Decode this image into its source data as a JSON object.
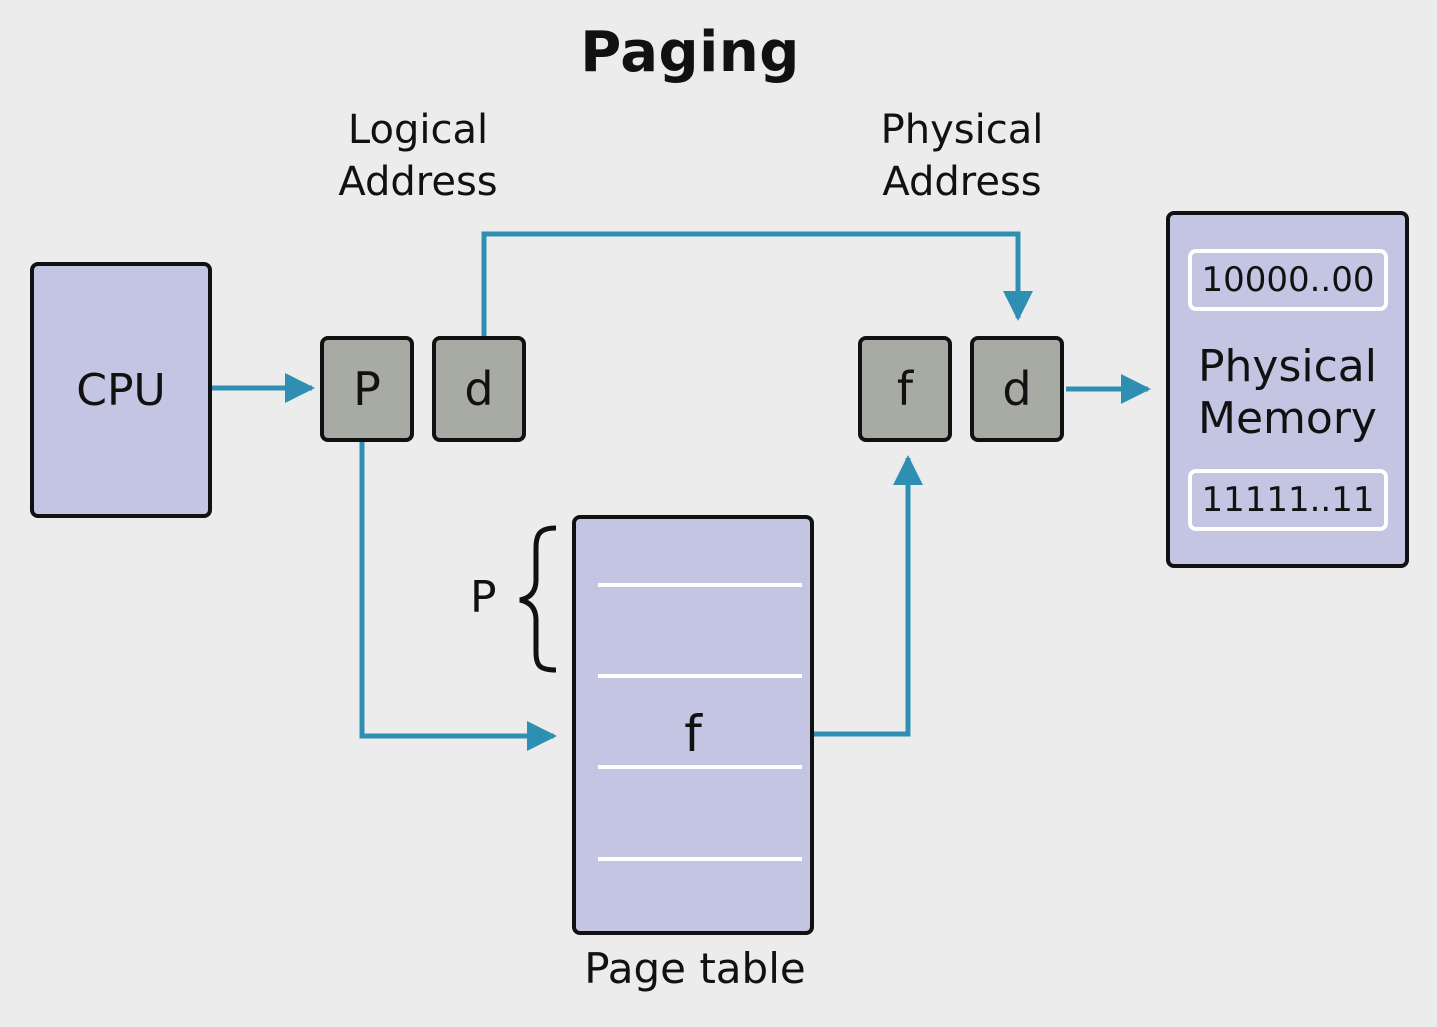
{
  "title": "Paging",
  "labels": {
    "logical_address": [
      "Logical",
      "Address"
    ],
    "physical_address": [
      "Physical",
      "Address"
    ],
    "page_table": "Page table",
    "page_index_brace": "P"
  },
  "cpu": {
    "label": "CPU"
  },
  "logical_address_fields": {
    "page": "P",
    "offset": "d"
  },
  "physical_address_fields": {
    "frame": "f",
    "offset": "d"
  },
  "page_table": {
    "entry_value": "f",
    "row_count": 5,
    "highlighted_row": 2
  },
  "physical_memory": {
    "label": [
      "Physical",
      "Memory"
    ],
    "start_address": "10000..00",
    "end_address": "11111..11"
  },
  "colors": {
    "background": "#ececec",
    "box_fill": "#c3c5e3",
    "register_fill": "#a8aba4",
    "arrow": "#2f8fb3",
    "border": "#111111"
  }
}
